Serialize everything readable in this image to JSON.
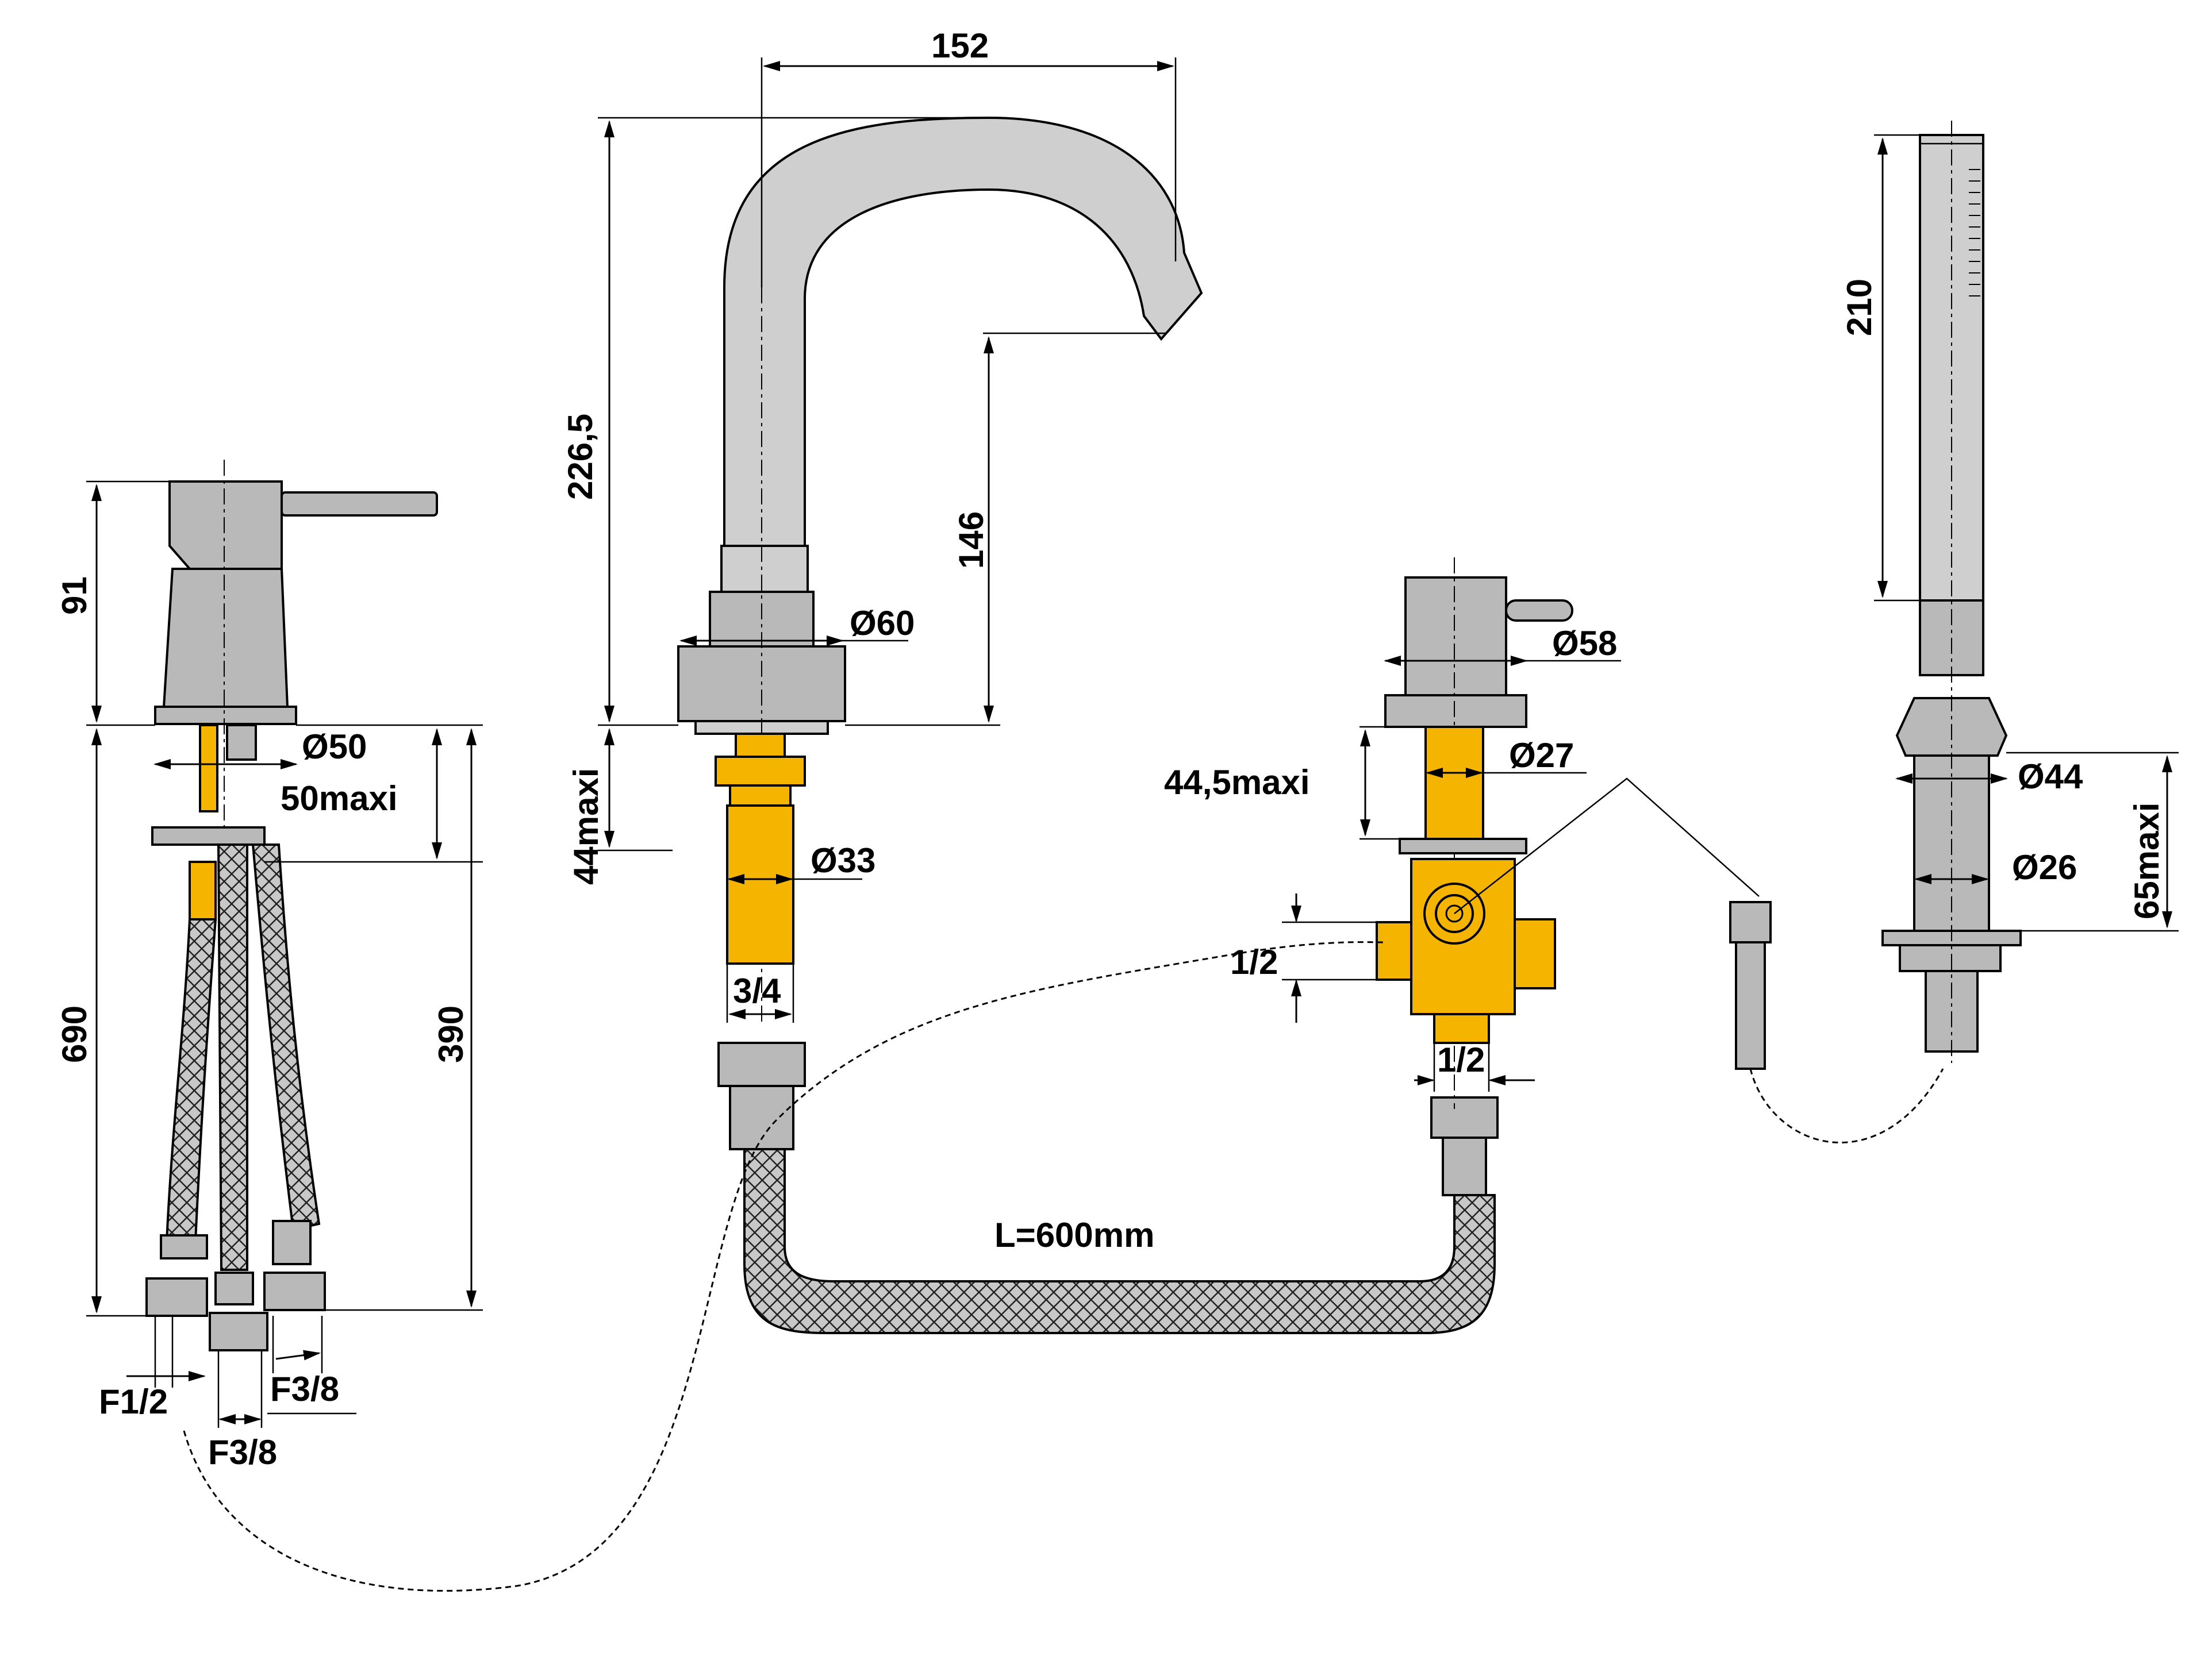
{
  "title": "",
  "basin_mixer": {
    "height_body": "91",
    "body_dia": "Ø50",
    "deck_thickness": "50maxi",
    "hose_total": "690",
    "hose_rigid": "390",
    "conn_hot": "F1/2",
    "conn_mid": "F3/8",
    "conn_right": "F3/8"
  },
  "spout": {
    "reach": "152",
    "height": "226,5",
    "outlet_height": "146",
    "base_dia": "Ø60",
    "deck_thickness": "44maxi",
    "shank_dia": "Ø33",
    "thread": "3/4"
  },
  "diverter": {
    "knob_dia": "Ø58",
    "deck_thickness": "44,5maxi",
    "shank_dia": "Ø27",
    "inlet": "1/2",
    "outlet": "1/2"
  },
  "hose_link": {
    "length": "L=600mm"
  },
  "hand_shower": {
    "length": "210",
    "holder_dia": "Ø44",
    "shank_dia": "Ø26",
    "deck_thickness": "65maxi"
  }
}
